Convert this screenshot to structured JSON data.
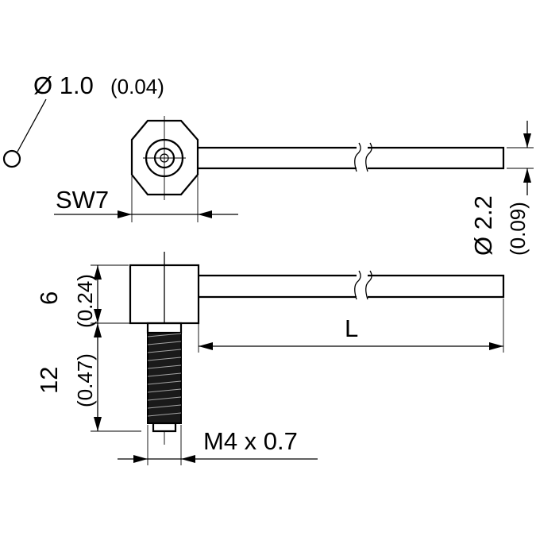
{
  "fiber_diameter": {
    "value": "Ø 1.0",
    "inch": "(0.04)"
  },
  "wrench_size": "SW7",
  "sheath_diameter": {
    "value": "Ø 2.2",
    "inch": "(0.09)"
  },
  "head_height": {
    "value": "6",
    "inch": "(0.24)"
  },
  "thread_length": {
    "value": "12",
    "inch": "(0.47)"
  },
  "length_label": "L",
  "thread_spec": "M4 x 0.7",
  "colors": {
    "line": "#000000",
    "thread_fill": "#1a1a1a",
    "background": "#ffffff"
  }
}
